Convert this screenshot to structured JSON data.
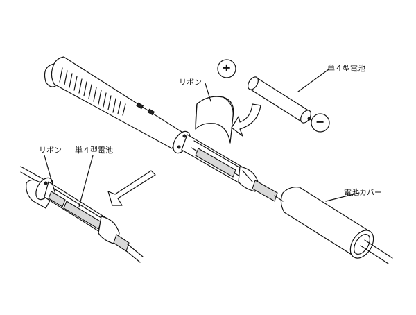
{
  "labels": {
    "ribbon_main": "リボン",
    "battery_main": "単４型電池",
    "plus": "+",
    "minus": "−",
    "cover": "電池カバー",
    "ribbon_inset": "リボン",
    "battery_inset": "単４型電池"
  }
}
